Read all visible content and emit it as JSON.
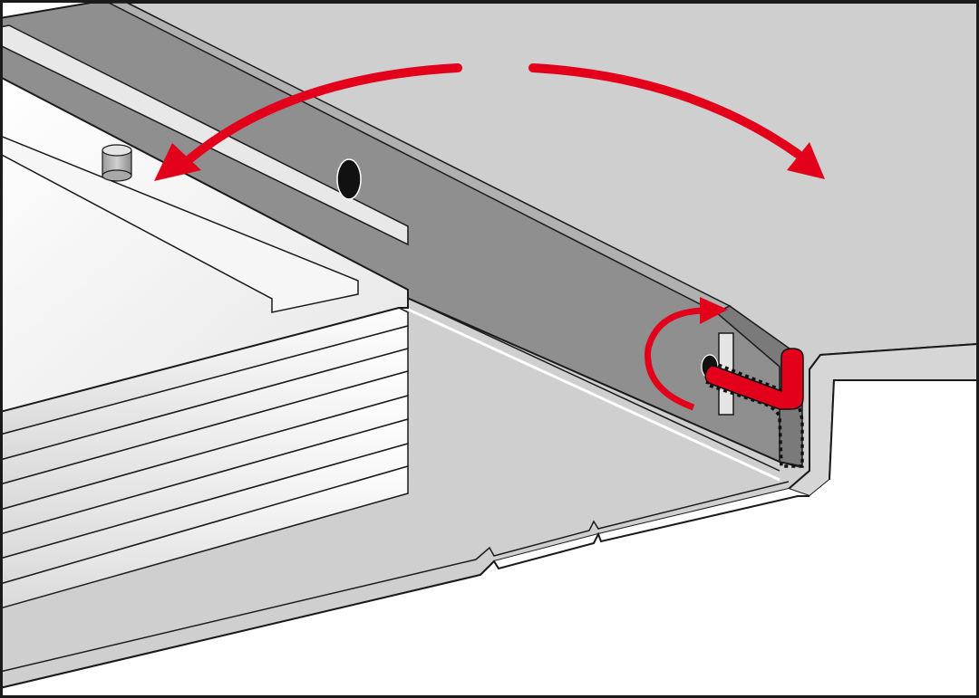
{
  "illustration": {
    "colors": {
      "frame": "#1a1a1a",
      "surface_light": "#d4d4d4",
      "surface_mid": "#c2c2c2",
      "groove": "#8c8c8c",
      "groove_dark": "#6e6e6e",
      "paper": "#f4f4f4",
      "paper_edge": "#e2e2e2",
      "arrow_red": "#e2001a",
      "pin": "#b8b8b8",
      "stop_block": "#e0e0e0"
    },
    "parts": {
      "sheet_stack": {
        "sheet_count": 8
      },
      "guide_rail": {
        "holes": 2
      },
      "positioning_pin": {
        "count": 1
      },
      "hook_lever": {
        "style": "dotted-outline-and-red"
      }
    },
    "arrows": [
      {
        "name": "swing-left-arrow",
        "icon": "curved-arrow-left"
      },
      {
        "name": "swing-right-arrow",
        "icon": "curved-arrow-right"
      },
      {
        "name": "rotate-arrow",
        "icon": "circular-arrow"
      }
    ]
  }
}
